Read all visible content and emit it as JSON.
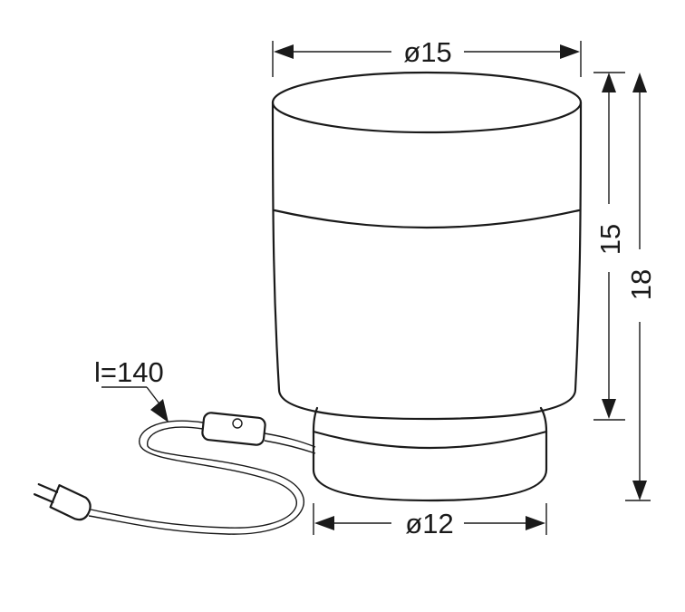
{
  "dimensions": {
    "top_diameter": "ø15",
    "shade_height": "15",
    "total_height": "18",
    "cable_length": "l=140",
    "base_diameter": "ø12"
  }
}
